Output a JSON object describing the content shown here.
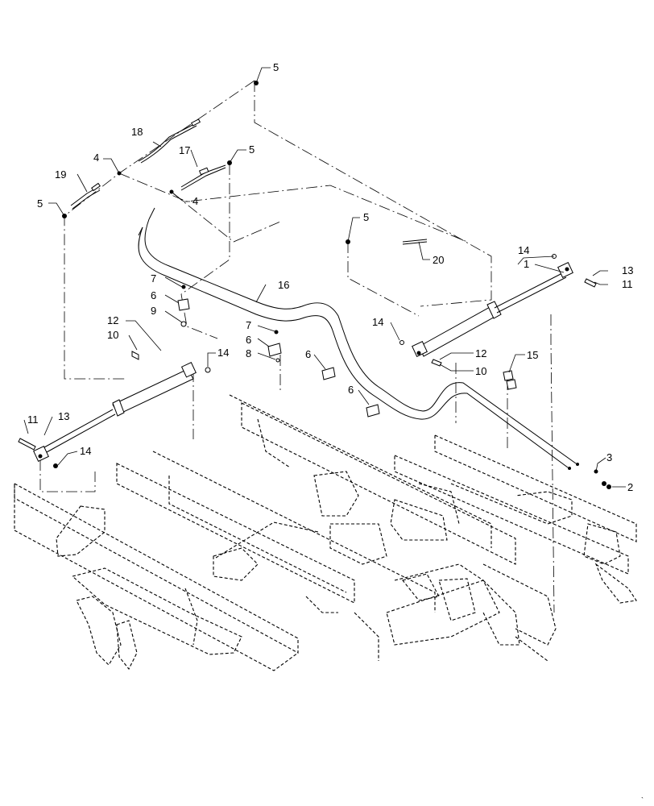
{
  "callouts": {
    "c1": "1",
    "c2": "2",
    "c3": "3",
    "c4a": "4",
    "c4b": "4",
    "c5a": "5",
    "c5b": "5",
    "c5c": "5",
    "c5d": "5",
    "c6a": "6",
    "c6b": "6",
    "c6c": "6",
    "c6d": "6",
    "c7a": "7",
    "c7b": "7",
    "c8": "8",
    "c9": "9",
    "c10a": "10",
    "c10b": "10",
    "c11a": "11",
    "c11b": "11",
    "c12a": "12",
    "c12b": "12",
    "c13a": "13",
    "c13b": "13",
    "c14a": "14",
    "c14b": "14",
    "c14c": "14",
    "c14d": "14",
    "c15": "15",
    "c16": "16",
    "c17": "17",
    "c18": "18",
    "c19": "19",
    "c20": "20"
  },
  "colors": {
    "line": "#000000",
    "background": "#ffffff"
  }
}
